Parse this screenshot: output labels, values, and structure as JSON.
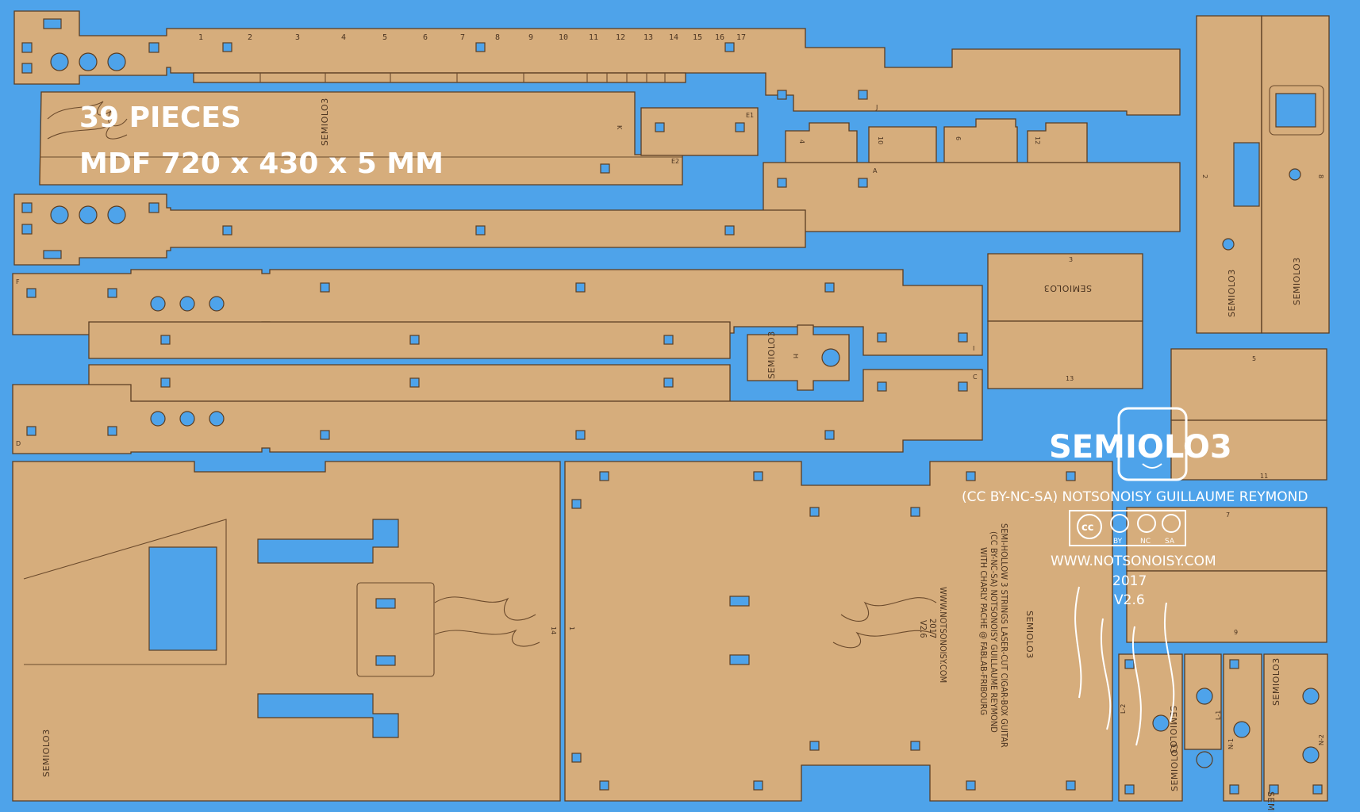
{
  "header": {
    "pieces_label": "39 PIECES",
    "material_label": "MDF 720 x 430 x 5 MM"
  },
  "fret_numbers": [
    "1",
    "2",
    "3",
    "4",
    "5",
    "6",
    "7",
    "8",
    "9",
    "10",
    "11",
    "12",
    "13",
    "14",
    "15",
    "16",
    "17"
  ],
  "part_labels": {
    "a": "A",
    "c": "C",
    "d": "D",
    "f": "F",
    "h": "H",
    "i": "I",
    "j": "J",
    "k": "K",
    "e1": "E1",
    "e2": "E2",
    "n": "1",
    "n2": "2",
    "n3": "3",
    "n4": "4",
    "n5": "5",
    "n6": "6",
    "n7": "7",
    "n8": "8",
    "n9": "9",
    "n10": "10",
    "n11": "11",
    "n12": "12",
    "n13": "13",
    "n14": "14",
    "l1": "L-1",
    "l2": "L-2",
    "n1p": "N-1",
    "n2p": "N-2"
  },
  "etched_logo": "SEMIOLO3",
  "body_text": {
    "line1": "SEMI-HOLLOW 3 STRINGS LASER-CUT CIGAR-BOX GUITAR",
    "line2": "(CC BY-NC-SA) NOTSONOISY GUILLAUME REYMOND",
    "line3": "WITH CHARLY PACHE @ FABLAB-FRIBOURG",
    "url": "WWW.NOTSONOISY.COM",
    "year": "2017",
    "version": "V2.6"
  },
  "credits": {
    "logo": "SEMIOLO3",
    "license_line": "(CC BY-NC-SA) NOTSONOISY GUILLAUME REYMOND",
    "cc_labels": [
      "BY",
      "NC",
      "SA"
    ],
    "url": "WWW.NOTSONOISY.COM",
    "year": "2017",
    "version": "V2.6"
  },
  "colors": {
    "background": "#4ea3ea",
    "mdf": "#d6ad7c",
    "cut_line": "#5a3d22",
    "overlay_text": "#ffffff"
  }
}
